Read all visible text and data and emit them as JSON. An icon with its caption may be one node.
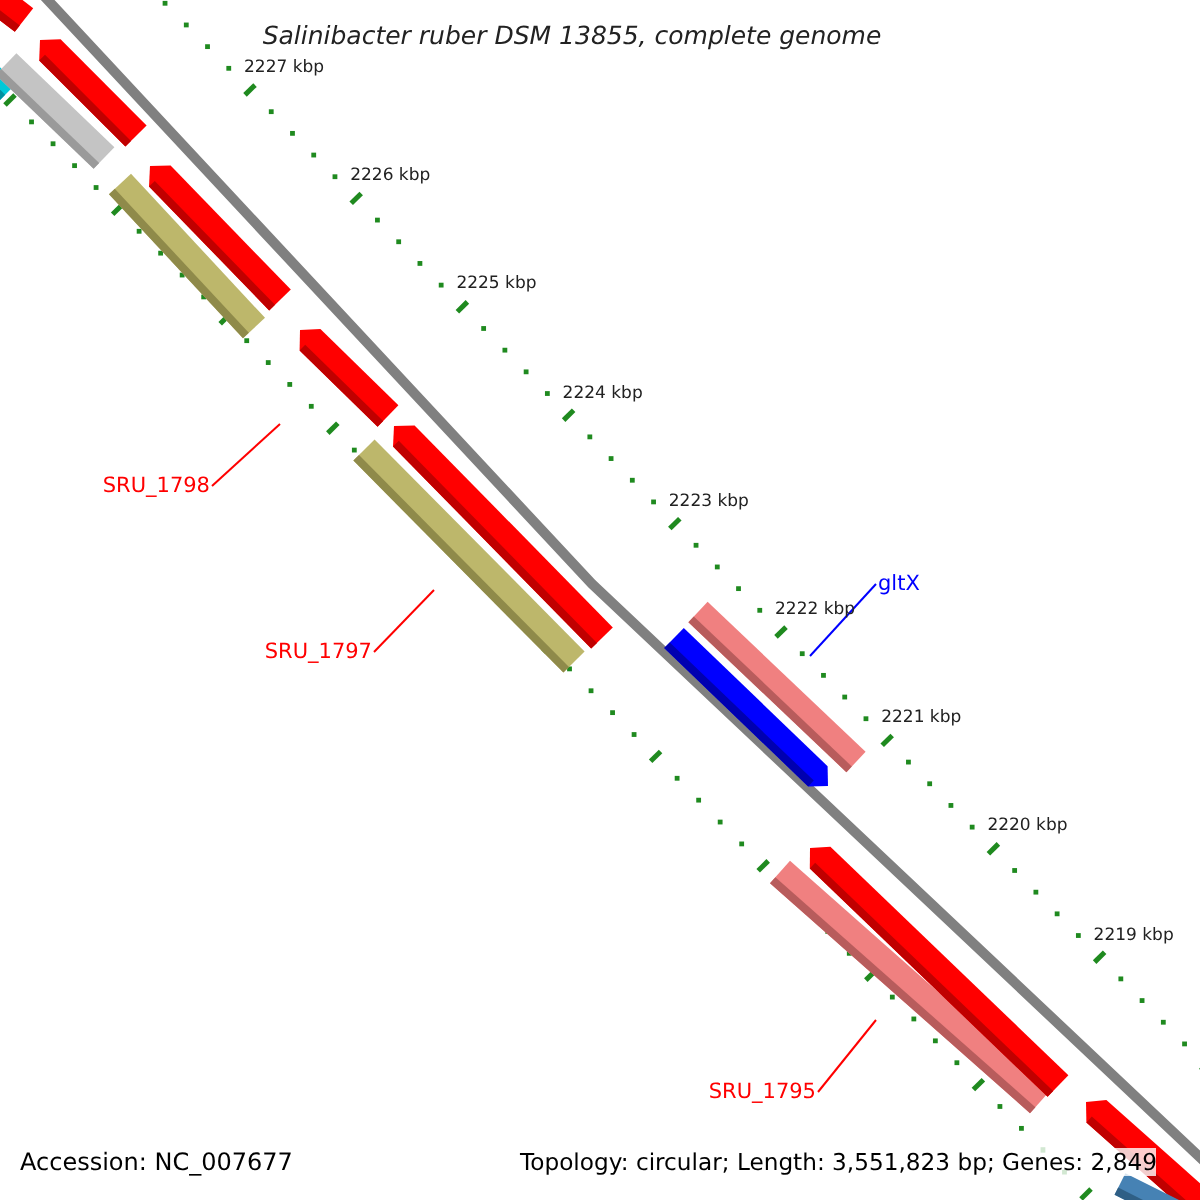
{
  "diagram": {
    "title": "Salinibacter ruber DSM 13855, complete genome",
    "nodes": [
      {
        "text": [
          "SRU_1798"
        ]
      },
      {
        "text": [
          "gltX"
        ]
      },
      {
        "text": [
          "SRU_1797"
        ]
      },
      {
        "text": [
          "SRU_1795"
        ]
      },
      {
        "text": [],
        "shape": "bar"
      },
      {
        "text": [],
        "shape": "bar"
      },
      {
        "text": [],
        "shape": "bar"
      },
      {
        "text": [],
        "shape": "bar"
      },
      {
        "text": [],
        "shape": "bar"
      },
      {
        "text": [],
        "shape": "bar"
      },
      {
        "text": [],
        "shape": "bar"
      },
      {
        "text": [],
        "shape": "bar"
      },
      {
        "text": [],
        "shape": "bar"
      },
      {
        "text": [],
        "shape": "bar"
      },
      {
        "text": [],
        "shape": "bar"
      },
      {
        "text": [],
        "shape": "bar"
      },
      {
        "text": [],
        "shape": "bar"
      },
      {
        "text": [],
        "shape": "bar"
      },
      {
        "text": [],
        "shape": "bar"
      }
    ],
    "edges": [
      {
        "from": 0,
        "to": 10,
        "arrow": "none"
      },
      {
        "from": 1,
        "to": 13,
        "arrow": "none",
        "color": "#0000ff"
      },
      {
        "from": 2,
        "to": 12,
        "arrow": "none"
      },
      {
        "from": 3,
        "to": 16,
        "arrow": "none"
      }
    ],
    "labels": [
      "2227 kbp",
      "2226 kbp",
      "2225 kbp",
      "2224 kbp",
      "2223 kbp",
      "2222 kbp",
      "2221 kbp",
      "2220 kbp",
      "2219 kbp",
      "Accession: NC_007677",
      "Topology: circular; Length: 3,551,823 bp; Genes: 2,849"
    ]
  }
}
